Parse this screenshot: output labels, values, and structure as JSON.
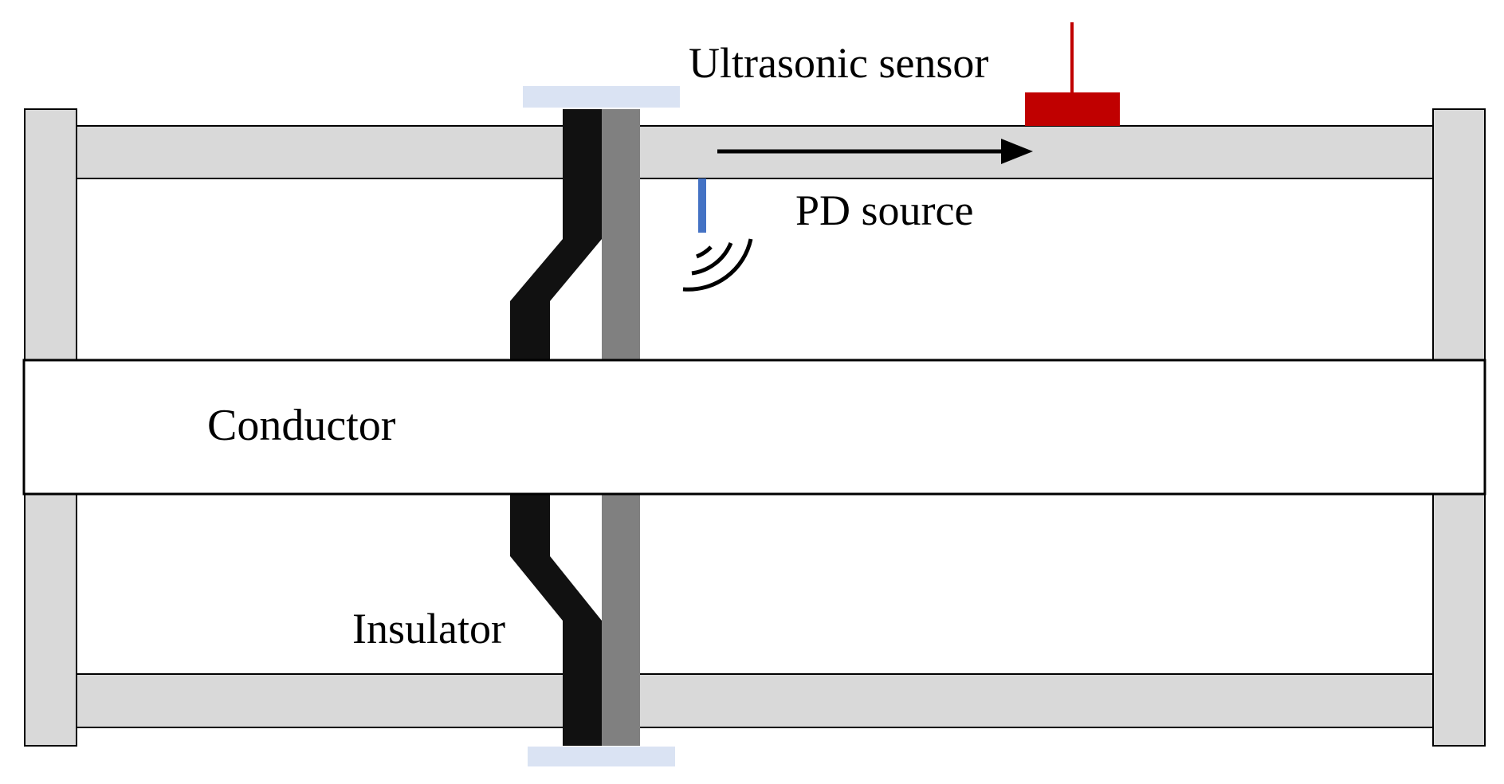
{
  "labels": {
    "ultrasonic_sensor": "Ultrasonic sensor",
    "pd_source": "PD source",
    "conductor": "Conductor",
    "insulator": "Insulator"
  },
  "colors": {
    "enclosure": "#d9d9d9",
    "sensor": "#c00000",
    "pd_source": "#4472c4",
    "insulator_dark": "#111111",
    "insulator_gray": "#808080",
    "flange_pad": "#dae3f3",
    "conductor_fill": "#ffffff",
    "outline": "#000000"
  }
}
